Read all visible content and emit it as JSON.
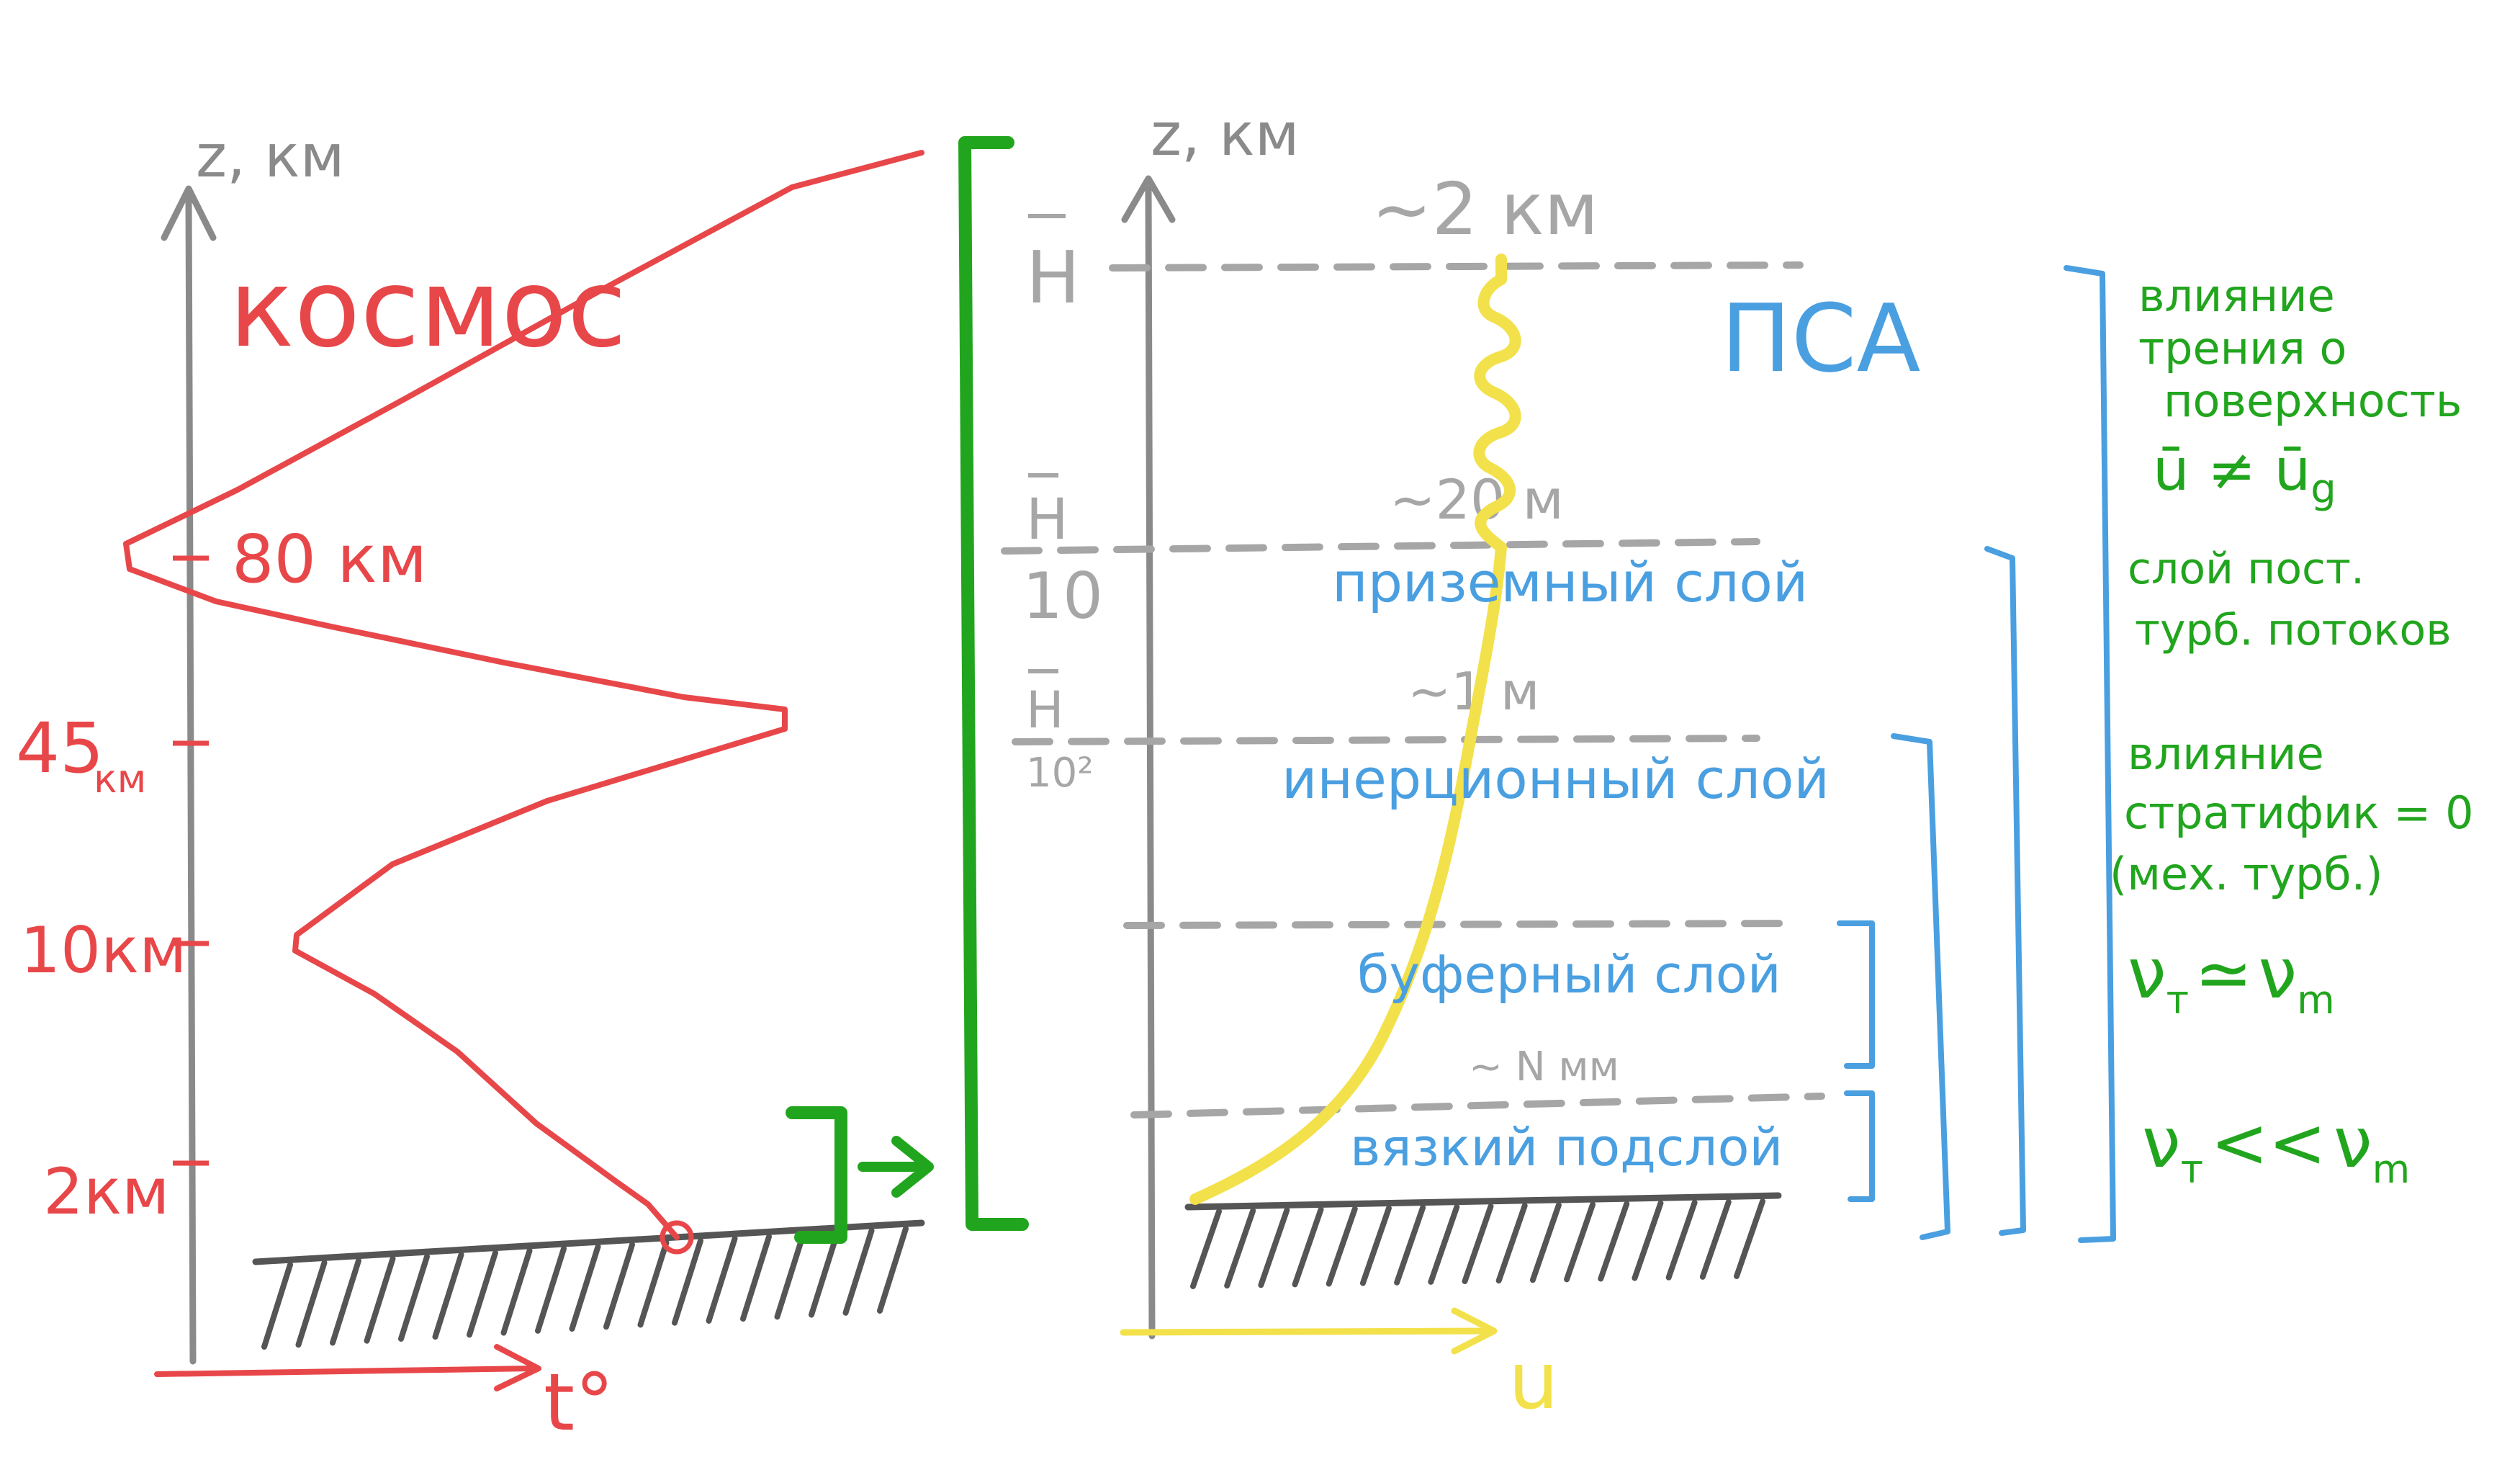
{
  "left_chart": {
    "z_axis_label": "z, км",
    "x_axis_label": "t°",
    "space_label": "космос",
    "tick_80": "80 км",
    "tick_45": "45",
    "tick_45_unit": "км",
    "tick_10": "10км",
    "tick_2": "2км"
  },
  "right_chart": {
    "z_axis_label": "z, км",
    "x_axis_label": "u",
    "label_2km": "~2 км",
    "label_20m": "~20 м",
    "label_1m": "~1 м",
    "label_Nmm": "~ N мм",
    "H": "H",
    "H_10_den": "10",
    "H_10_2_den": "10²",
    "psa": "ПСА",
    "layers": {
      "surface": "приземный слой",
      "inertial": "инерционный слой",
      "buffer": "буферный слой",
      "viscous": "вязкий подслой"
    }
  },
  "annotations": {
    "friction_1": "влияние",
    "friction_2": "трения о",
    "friction_3": "поверхность",
    "friction_formula": "ū ≠ ū",
    "friction_formula_sub": "g",
    "const_flux_1": "слой пост.",
    "const_flux_2": "турб. потоков",
    "strat_1": "влияние",
    "strat_2": "стратифик = 0",
    "strat_3": "(мех. турб.)",
    "nu_approx": "ν",
    "nu_approx_sub_t": "т",
    "nu_approx_rel": "≃",
    "nu_approx_rhs": "ν",
    "nu_approx_sub_m": "m",
    "nu_ll": "ν",
    "nu_ll_sub_t": "т",
    "nu_ll_rel": "<<",
    "nu_ll_rhs": "ν",
    "nu_ll_sub_m": "m"
  },
  "colors": {
    "gray": "#8a8a8a",
    "red": "#e8474a",
    "green": "#22a51e",
    "blue": "#4a9fe0",
    "yellow": "#f2e14a",
    "dash": "#a6a6a6"
  }
}
